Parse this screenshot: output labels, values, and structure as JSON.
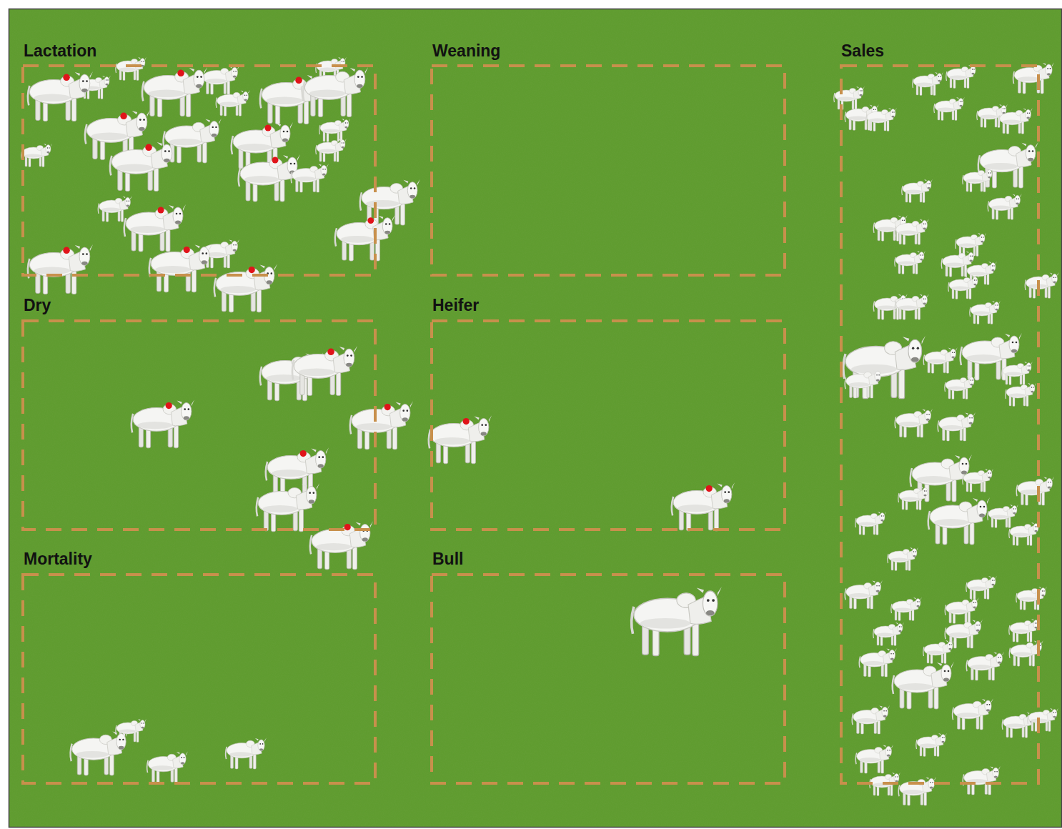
{
  "diagram": {
    "nodes": [
      {
        "text": [
          "Lactation"
        ]
      },
      {
        "text": [
          "Weaning"
        ]
      },
      {
        "text": [
          "Sales"
        ]
      },
      {
        "text": [
          "Dry"
        ]
      },
      {
        "text": [
          "Heifer"
        ]
      },
      {
        "text": [
          "Mortality"
        ]
      },
      {
        "text": [
          "Bull"
        ]
      }
    ]
  }
}
